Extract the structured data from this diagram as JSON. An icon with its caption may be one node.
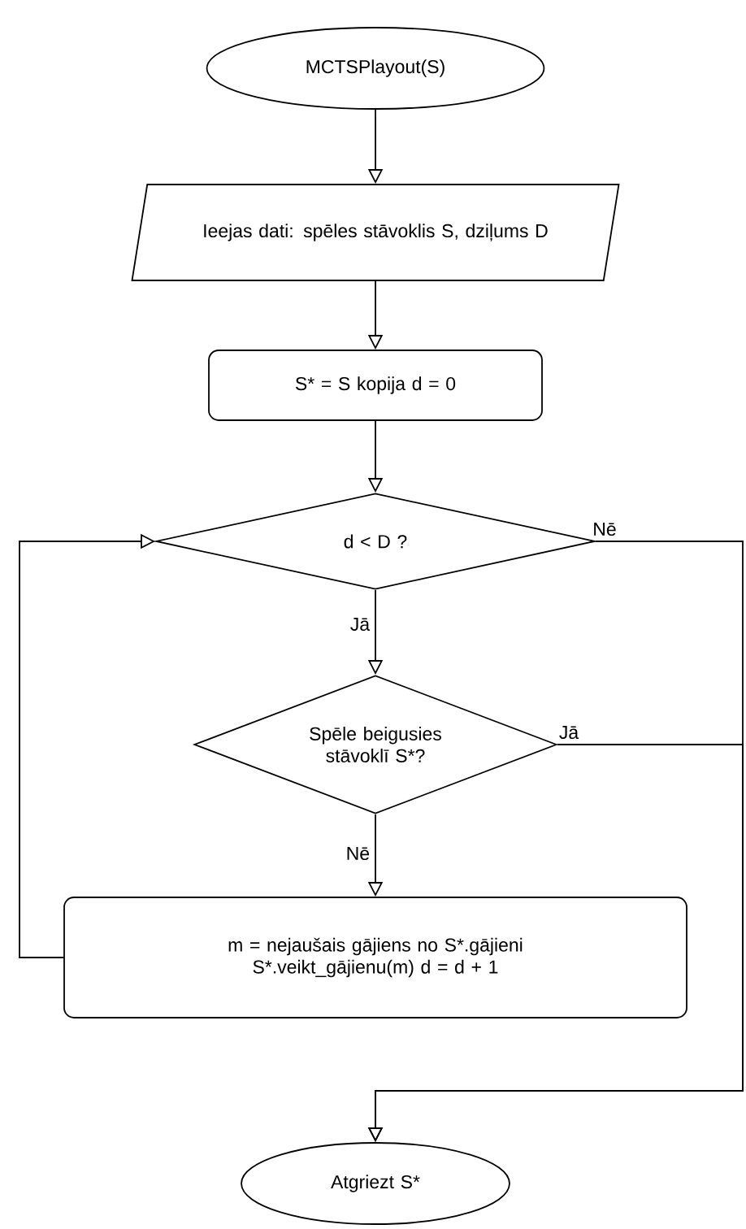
{
  "diagram": {
    "nodes": [
      {
        "text": [
          "MCTSPlayout(S)"
        ]
      },
      {
        "text": [
          "Ieejas dati: spēles stāvoklis S, dziļums D"
        ]
      },
      {
        "text": [
          "S* = S kopija d = 0"
        ]
      },
      {
        "text": [
          "d < D ?"
        ]
      },
      {
        "text": [
          "Spēle beigusies stāvoklī S*?"
        ]
      },
      {
        "text": [
          "m = nejaušais gājiens no S*.gājieni S*.veikt_gājienu(m) d = d + 1"
        ]
      },
      {
        "text": [
          "Atgriezt S*"
        ]
      }
    ],
    "edges": [
      {
        "from": 0,
        "to": 1,
        "arrow": "to"
      },
      {
        "from": 1,
        "to": 2,
        "arrow": "to"
      },
      {
        "from": 2,
        "to": 3,
        "arrow": "to"
      },
      {
        "from": 3,
        "to": 4,
        "arrow": "to",
        "label": "Jā"
      },
      {
        "from": 4,
        "to": 5,
        "arrow": "to",
        "label": "Nē"
      },
      {
        "from": 5,
        "to": 3,
        "arrow": "to"
      },
      {
        "from": 3,
        "to": 6,
        "arrow": "to",
        "label": "Nē"
      },
      {
        "from": 4,
        "to": 6,
        "arrow": "to",
        "label": "Jā"
      }
    ]
  }
}
